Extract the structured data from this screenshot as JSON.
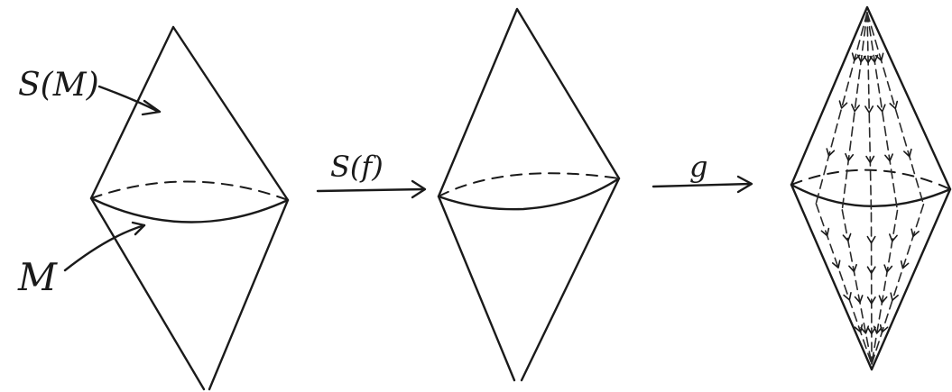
{
  "labels": {
    "suspension": "S(M)",
    "manifold": "M",
    "map_suspension": "S(f)",
    "map_g": "g"
  }
}
